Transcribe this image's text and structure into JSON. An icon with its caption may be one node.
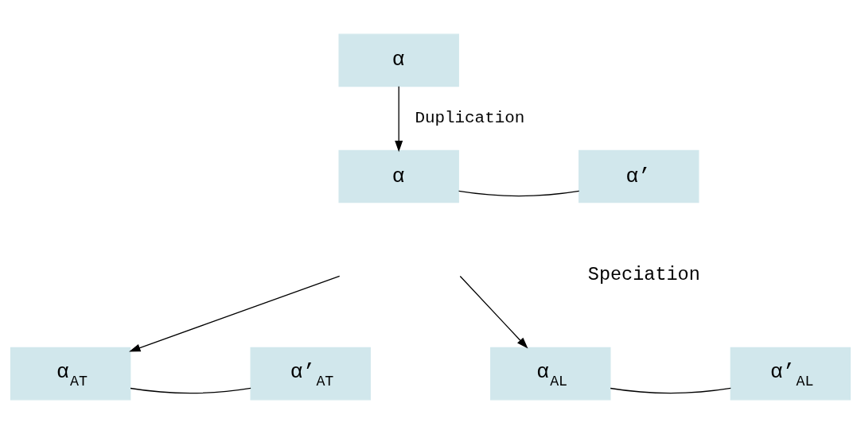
{
  "diagram": {
    "nodes": [
      {
        "text": [
          "α"
        ]
      },
      {
        "text": [
          "α"
        ]
      },
      {
        "text": [
          "α’"
        ]
      },
      {
        "text": [
          "α$_{AT}$"
        ]
      },
      {
        "text": [
          "α’$_{AT}$"
        ]
      },
      {
        "text": [
          "α$_{AL}$"
        ]
      },
      {
        "text": [
          "α’$_{AL}$"
        ]
      }
    ],
    "edges": [
      {
        "from": 0,
        "to": 1,
        "arrow": "to",
        "label": "Duplication"
      },
      {
        "from": 1,
        "to": 2,
        "arrow": "none"
      },
      {
        "from": null,
        "to": 3,
        "arrow": "to"
      },
      {
        "from": null,
        "to": 5,
        "arrow": "to"
      },
      {
        "from": 3,
        "to": 4,
        "arrow": "none"
      },
      {
        "from": 5,
        "to": 6,
        "arrow": "none"
      }
    ],
    "labels": [
      "Speciation"
    ]
  }
}
